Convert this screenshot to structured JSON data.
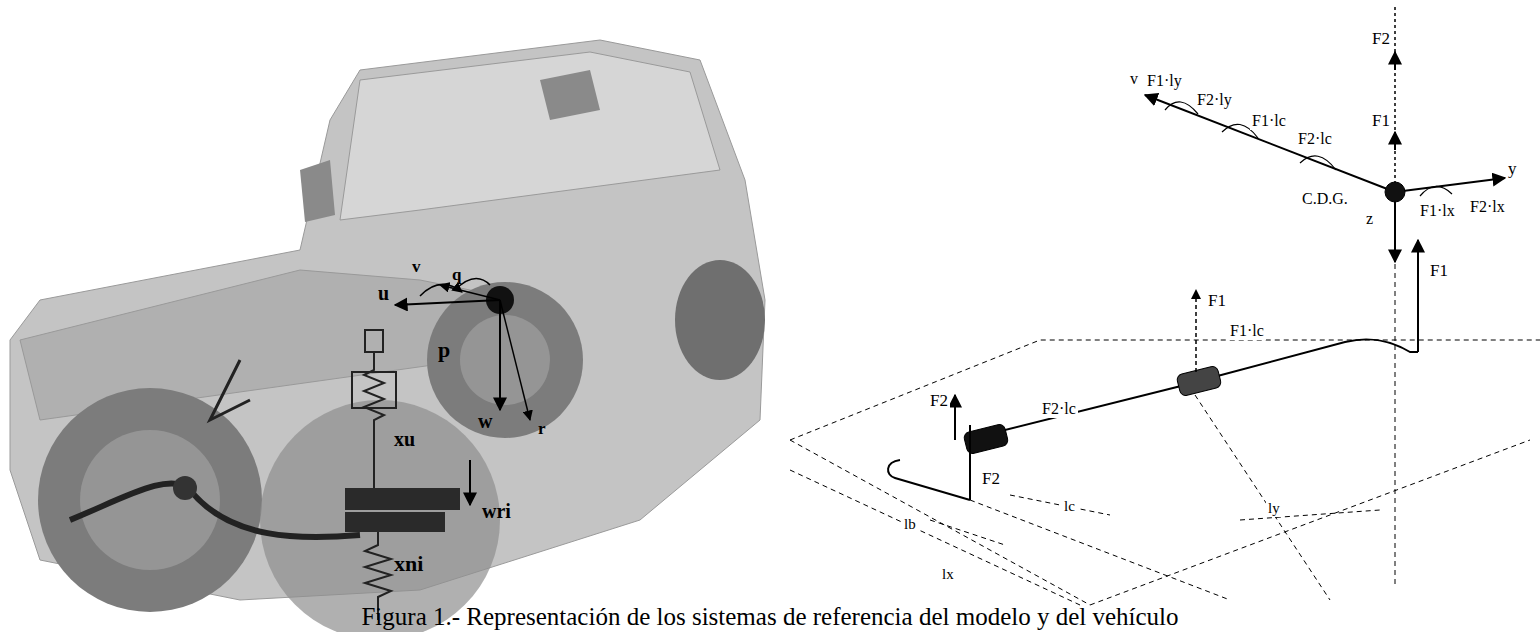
{
  "diagram": {
    "caption": "Figura 1.- Representación de los sistemas de referencia del modelo y del vehículo",
    "labels": [
      "u",
      "v",
      "q",
      "p",
      "w",
      "r",
      "xu",
      "xni",
      "wri",
      "F2",
      "F1",
      "v",
      "F1·ly",
      "F2·ly",
      "F1·lc",
      "F2·lc",
      "C.D.G.",
      "z",
      "y",
      "F1·lx",
      "F2·lx",
      "F1",
      "F1",
      "F1·lc",
      "F2",
      "F2",
      "F2·lc",
      "lb",
      "lc",
      "ly",
      "lx"
    ]
  }
}
